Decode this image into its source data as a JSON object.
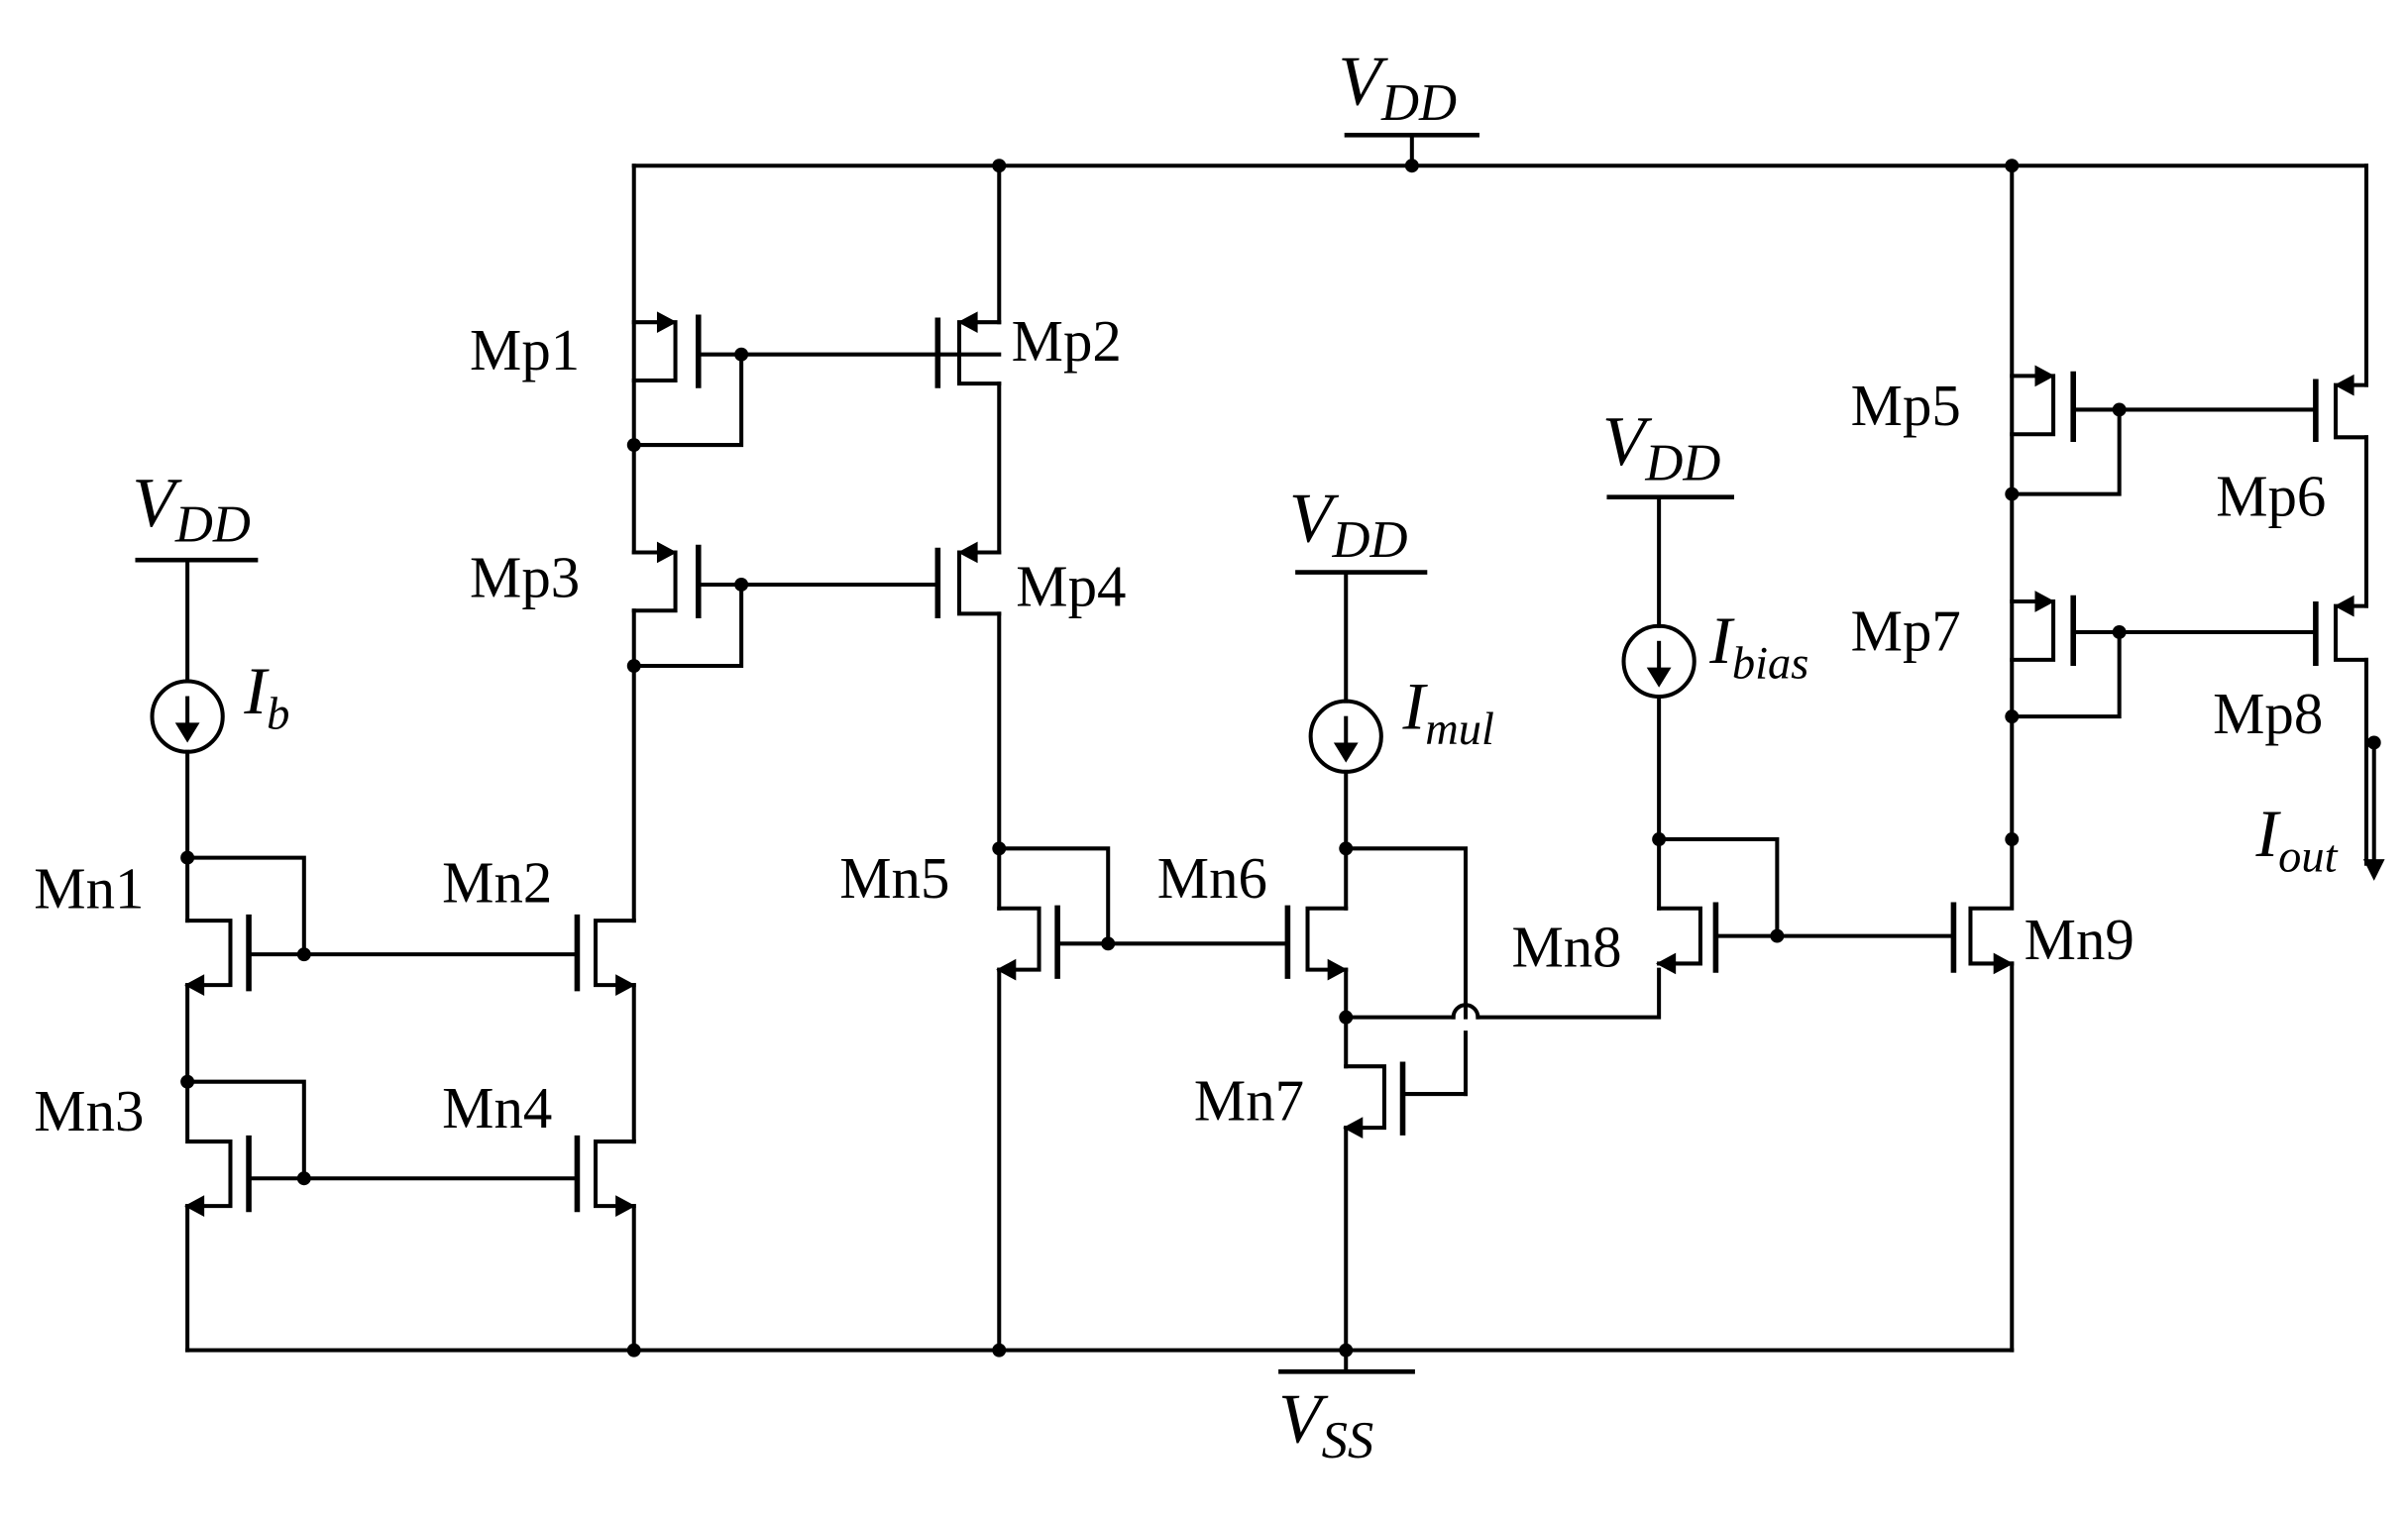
{
  "labels": {
    "vdd_top": {
      "main": "V",
      "sub": "DD"
    },
    "vdd_ib": {
      "main": "V",
      "sub": "DD"
    },
    "vdd_imul": {
      "main": "V",
      "sub": "DD"
    },
    "vdd_ibias": {
      "main": "V",
      "sub": "DD"
    },
    "vss": {
      "main": "V",
      "sub": "SS"
    },
    "ib": {
      "main": "I",
      "sub": "b"
    },
    "imul": {
      "main": "I",
      "sub": "mul"
    },
    "ibias": {
      "main": "I",
      "sub": "bias"
    },
    "iout": {
      "main": "I",
      "sub": "out"
    }
  },
  "transistors": {
    "mp1": "Mp1",
    "mp2": "Mp2",
    "mp3": "Mp3",
    "mp4": "Mp4",
    "mp5": "Mp5",
    "mp6": "Mp6",
    "mp7": "Mp7",
    "mp8": "Mp8",
    "mn1": "Mn1",
    "mn2": "Mn2",
    "mn3": "Mn3",
    "mn4": "Mn4",
    "mn5": "Mn5",
    "mn6": "Mn6",
    "mn7": "Mn7",
    "mn8": "Mn8",
    "mn9": "Mn9"
  }
}
